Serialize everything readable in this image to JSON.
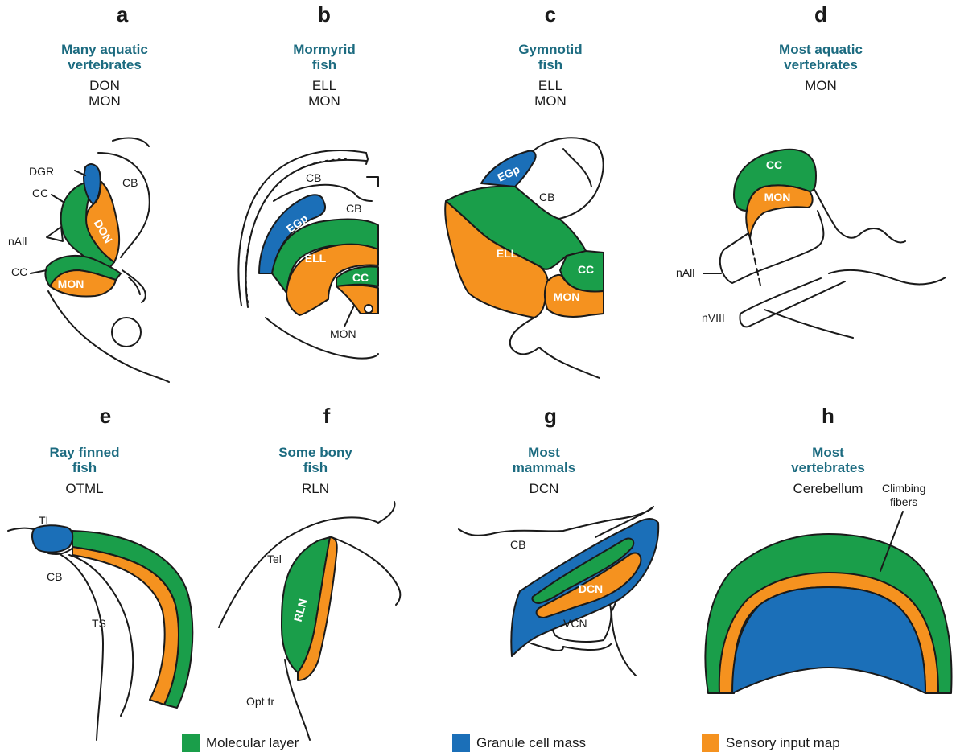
{
  "colors": {
    "molecular": "#1a9e4a",
    "granule": "#1b6fb8",
    "sensory": "#f5921f",
    "title": "#1c6b80"
  },
  "panels": [
    {
      "letter": "a",
      "title": [
        "Many aquatic",
        "vertebrates"
      ],
      "sub": [
        "DON",
        "MON"
      ]
    },
    {
      "letter": "b",
      "title": [
        "Mormyrid",
        "fish"
      ],
      "sub": [
        "ELL",
        "MON"
      ]
    },
    {
      "letter": "c",
      "title": [
        "Gymnotid",
        "fish"
      ],
      "sub": [
        "ELL",
        "MON"
      ]
    },
    {
      "letter": "d",
      "title": [
        "Most aquatic",
        "vertebrates"
      ],
      "sub": [
        "MON"
      ]
    },
    {
      "letter": "e",
      "title": [
        "Ray finned",
        "fish"
      ],
      "sub": [
        "OTML"
      ]
    },
    {
      "letter": "f",
      "title": [
        "Some bony",
        "fish"
      ],
      "sub": [
        "RLN"
      ]
    },
    {
      "letter": "g",
      "title": [
        "Most",
        "mammals"
      ],
      "sub": [
        "DCN"
      ]
    },
    {
      "letter": "h",
      "title": [
        "Most",
        "vertebrates"
      ],
      "sub": [
        "Cerebellum"
      ]
    }
  ],
  "labels": {
    "a": {
      "cb": "CB",
      "dgr": "DGR",
      "cc1": "CC",
      "nall": "nAll",
      "cc2": "CC",
      "don": "DON",
      "mon": "MON"
    },
    "b": {
      "cb1": "CB",
      "cb2": "CB",
      "egp": "EGp",
      "ell": "ELL",
      "cc": "CC",
      "mon": "MON"
    },
    "c": {
      "egp": "EGp",
      "cb": "CB",
      "ell": "ELL",
      "cc": "CC",
      "mon": "MON"
    },
    "d": {
      "cc": "CC",
      "mon": "MON",
      "nall": "nAll",
      "nviii": "nVIII"
    },
    "e": {
      "tl": "TL",
      "cb": "CB",
      "ts": "TS"
    },
    "f": {
      "tel": "Tel",
      "rln": "RLN",
      "opt": "Opt tr"
    },
    "g": {
      "cb": "CB",
      "dcn": "DCN",
      "vcn": "VCN"
    },
    "h": {
      "climbing": [
        "Climbing",
        "fibers"
      ]
    }
  },
  "legend": [
    {
      "label": "Molecular layer",
      "color": "#1a9e4a"
    },
    {
      "label": "Granule cell mass",
      "color": "#1b6fb8"
    },
    {
      "label": "Sensory input map",
      "color": "#f5921f"
    }
  ]
}
